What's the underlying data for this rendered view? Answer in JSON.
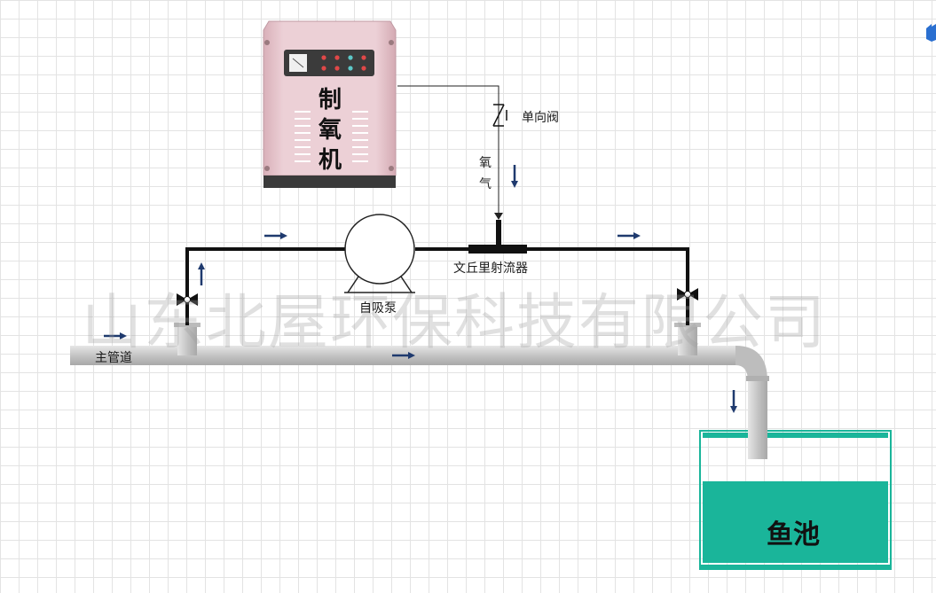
{
  "labels": {
    "oxygen_machine": "制氧机",
    "check_valve": "单向阀",
    "oxygen": "氧气",
    "venturi": "文丘里射流器",
    "pump": "自吸泵",
    "main_pipe": "主管道",
    "fish_pond": "鱼池"
  },
  "watermark": "山东北屋环保科技有限公司",
  "colors": {
    "machine_body": "#e8c9d0",
    "pipe": "#c7c7c7",
    "water": "#1ab59a",
    "arrow": "#1f3a6e"
  }
}
